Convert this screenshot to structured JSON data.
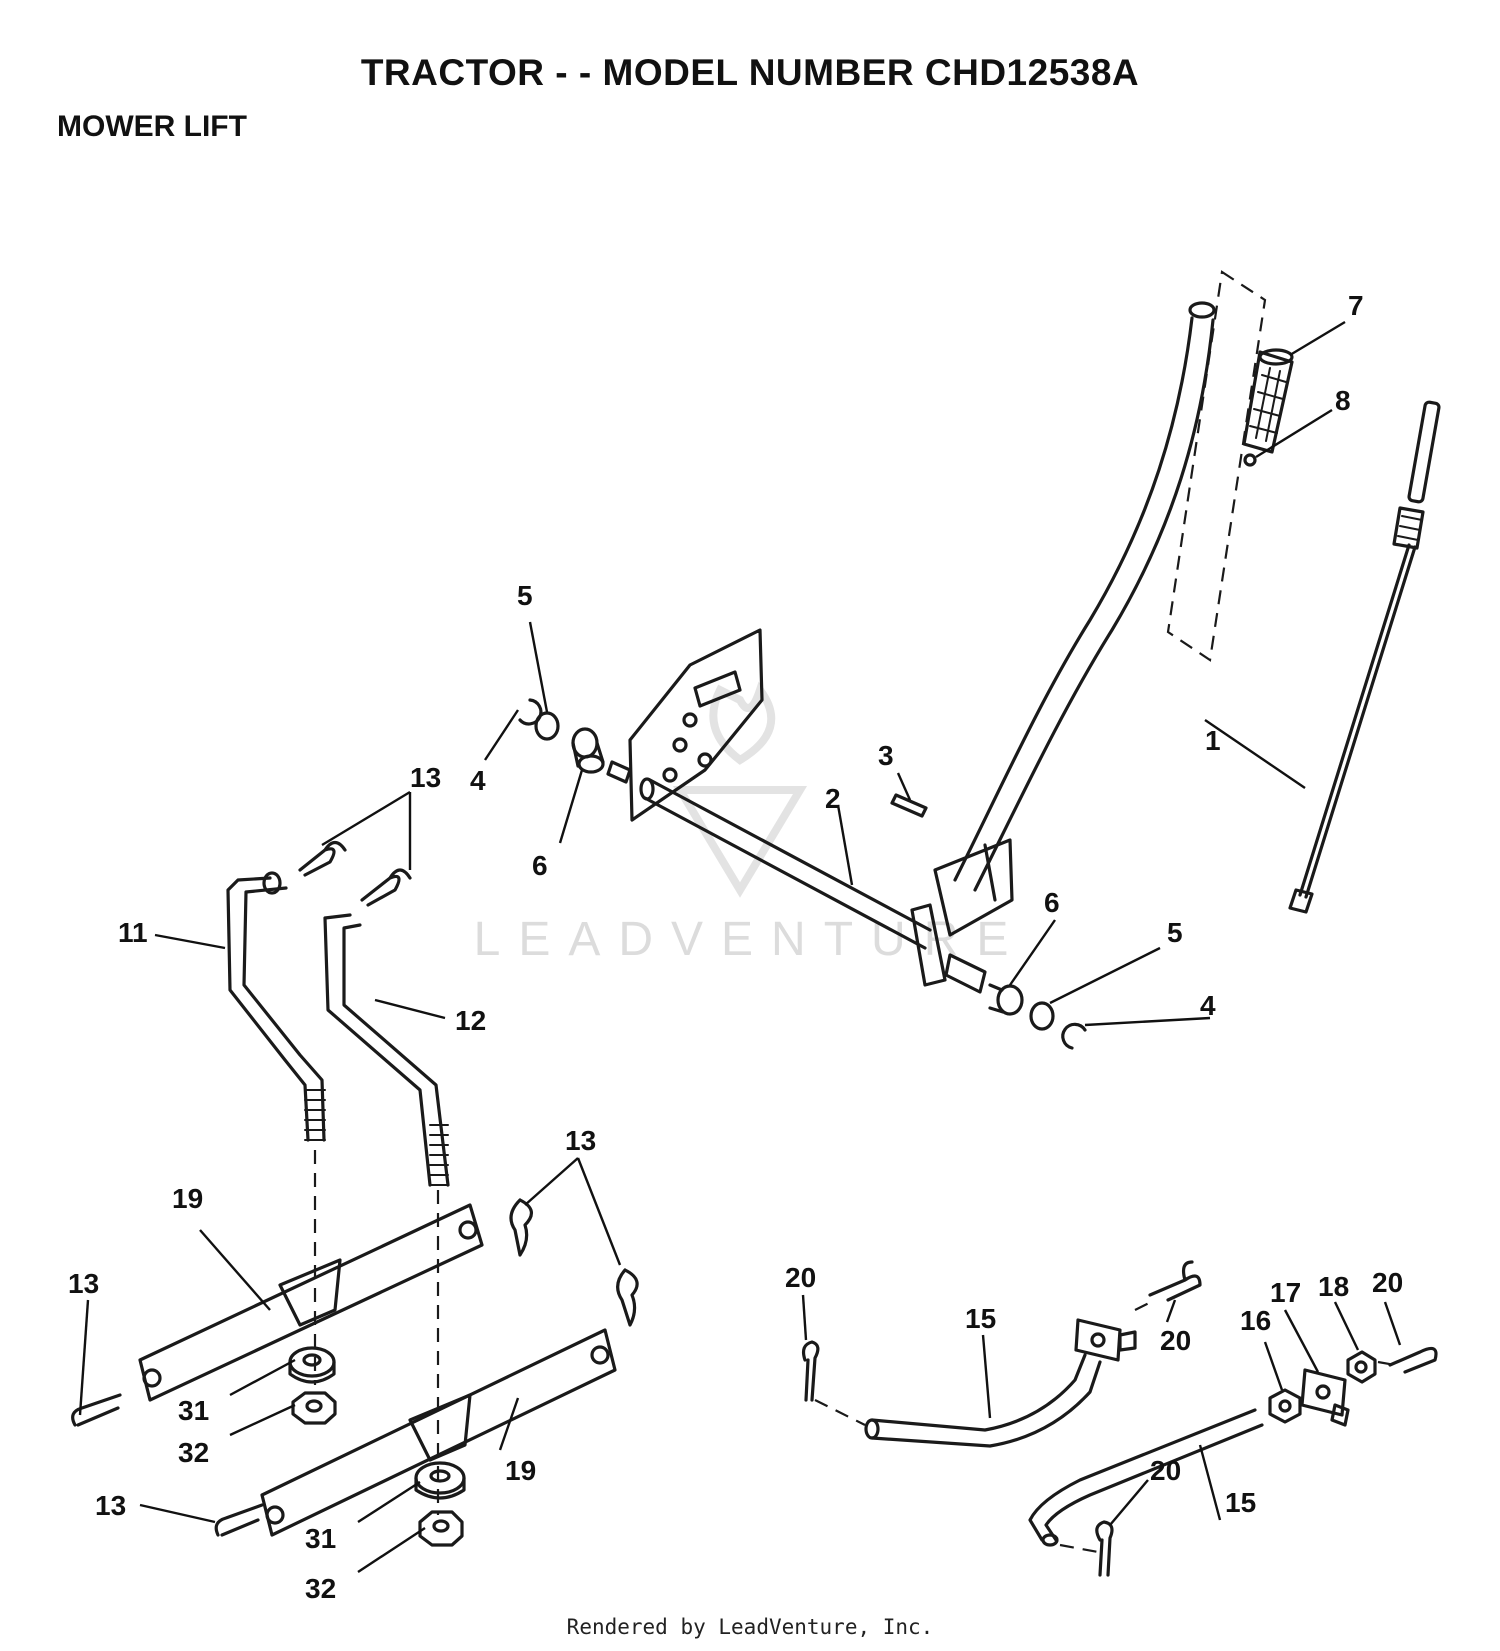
{
  "header": {
    "title": "TRACTOR - - MODEL NUMBER CHD12538A",
    "subtitle": "MOWER LIFT"
  },
  "watermark": {
    "text": "LEADVENTURE"
  },
  "footer": {
    "text": "Rendered by LeadVenture, Inc."
  },
  "callouts": {
    "c1": "1",
    "c2": "2",
    "c3": "3",
    "c4": "4",
    "c5": "5",
    "c6": "6",
    "c7": "7",
    "c8": "8",
    "c11": "11",
    "c12": "12",
    "c13": "13",
    "c15": "15",
    "c16": "16",
    "c17": "17",
    "c18": "18",
    "c19": "19",
    "c20": "20",
    "c31": "31",
    "c32": "32"
  },
  "colors": {
    "ink": "#1a1a1a",
    "watermark": "#dcdcdc",
    "background": "#ffffff"
  }
}
